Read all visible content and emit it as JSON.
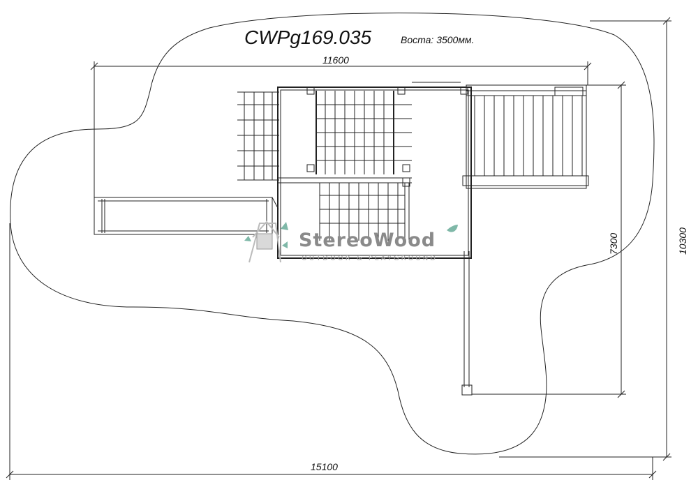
{
  "drawing": {
    "model_code": "CWPg169.035",
    "height_note": "Воста: 3500мм."
  },
  "dimensions": {
    "overall_width": "15100",
    "structure_width": "11600",
    "overall_height": "10300",
    "structure_height": "7300"
  },
  "logo": {
    "brand": "StereoWood",
    "tagline": "OUTDOOR & PLAYGROUND",
    "accent_color": "#7fb8a8"
  }
}
